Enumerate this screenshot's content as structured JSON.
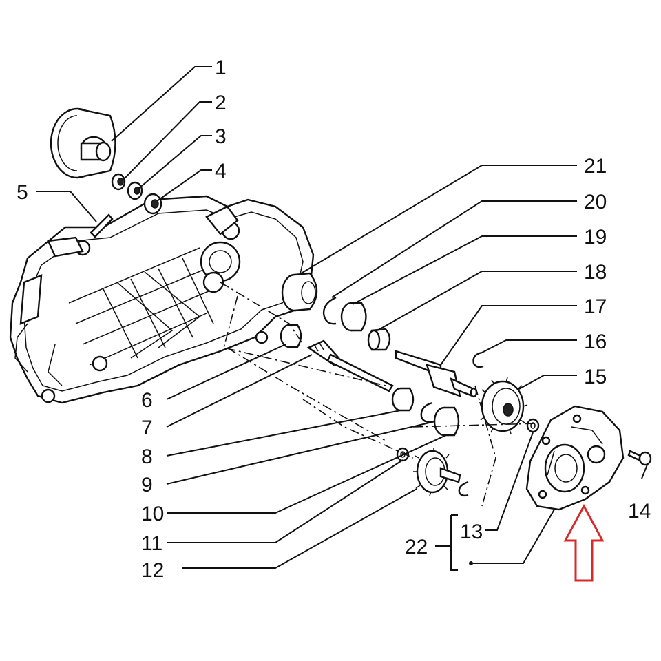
{
  "callouts": [
    {
      "id": "1",
      "text": "1"
    },
    {
      "id": "2",
      "text": "2"
    },
    {
      "id": "3",
      "text": "3"
    },
    {
      "id": "4",
      "text": "4"
    },
    {
      "id": "5",
      "text": "5"
    },
    {
      "id": "6",
      "text": "6"
    },
    {
      "id": "7",
      "text": "7"
    },
    {
      "id": "8",
      "text": "8"
    },
    {
      "id": "9",
      "text": "9"
    },
    {
      "id": "10",
      "text": "10"
    },
    {
      "id": "11",
      "text": "11"
    },
    {
      "id": "12",
      "text": "12"
    },
    {
      "id": "13",
      "text": "13"
    },
    {
      "id": "14",
      "text": "14"
    },
    {
      "id": "15",
      "text": "15"
    },
    {
      "id": "16",
      "text": "16"
    },
    {
      "id": "17",
      "text": "17"
    },
    {
      "id": "18",
      "text": "18"
    },
    {
      "id": "19",
      "text": "19"
    },
    {
      "id": "20",
      "text": "20"
    },
    {
      "id": "21",
      "text": "21"
    },
    {
      "id": "22",
      "text": "22"
    }
  ],
  "colors": {
    "ink": "#111111",
    "background": "#ffffff",
    "highlight_arrow": "#d42a2a"
  }
}
